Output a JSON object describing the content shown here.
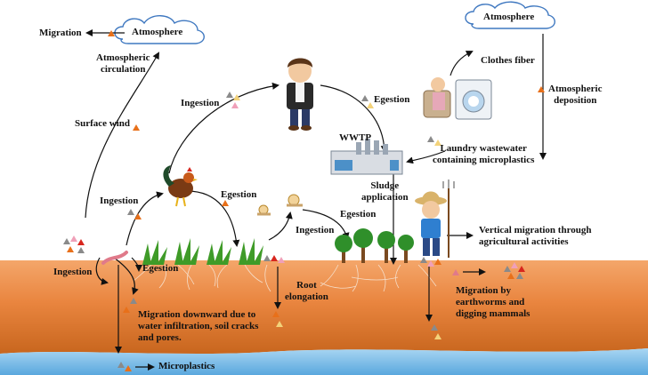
{
  "colors": {
    "soil_top": "#f4a66a",
    "soil_mid": "#e9853f",
    "soil_bottom": "#c8661e",
    "water": "#7ec0ea",
    "cloud_stroke": "#3f78c0",
    "arrow": "#111111",
    "grass": "#3f9b28",
    "tree": "#2f8f2a",
    "trunk": "#7a4a20",
    "particle_orange": "#e8701a",
    "particle_gray": "#8a8a8a",
    "particle_pink": "#f0a0b8",
    "particle_yellow": "#f3d27a",
    "particle_red": "#d7261e"
  },
  "icons": {
    "cloud_left": "cloud-icon",
    "cloud_right": "cloud-icon",
    "human": "boy-icon",
    "rooster": "rooster-icon",
    "farmer": "farmer-icon",
    "wwtp": "treatment-plant-icon",
    "laundry": "washing-machine-icon",
    "snails": "snail-icon",
    "worm": "earthworm-icon",
    "grass": "grass-icon",
    "trees": "tree-icon",
    "particles": "microplastic-particle-icon"
  },
  "clouds": {
    "left": "Atmosphere",
    "right": "Atmosphere"
  },
  "labels": {
    "migration_top": "Migration",
    "atmospheric_circulation": [
      "Atmospheric",
      "circulation"
    ],
    "surface_wind": "Surface wind",
    "ingestion_human": "Ingestion",
    "egestion_human": "Egestion",
    "clothes_fiber": "Clothes fiber",
    "atmospheric_deposition": [
      "Atmospheric",
      "deposition"
    ],
    "wwtp": "WWTP",
    "laundry_wastewater": [
      "Laundry wastewater",
      "containing microplastics"
    ],
    "sludge_application": [
      "Sludge",
      "application"
    ],
    "ingestion_rooster": "Ingestion",
    "egestion_rooster": "Egestion",
    "ingestion_snail": "Ingestion",
    "egestion_snail": "Egestion",
    "vertical_migration": [
      "Vertical migration through",
      "agricultural activities"
    ],
    "ingestion_worm": "Ingestion",
    "egestion_worm": "Egestion",
    "root_elongation": [
      "Root",
      "elongation"
    ],
    "migration_earthworms": [
      "Migration by",
      "earthworms and",
      "digging mammals"
    ],
    "migration_downward": [
      "Migration downward due to",
      "water infiltration, soil cracks",
      "and pores."
    ],
    "microplastics": "Microplastics"
  }
}
